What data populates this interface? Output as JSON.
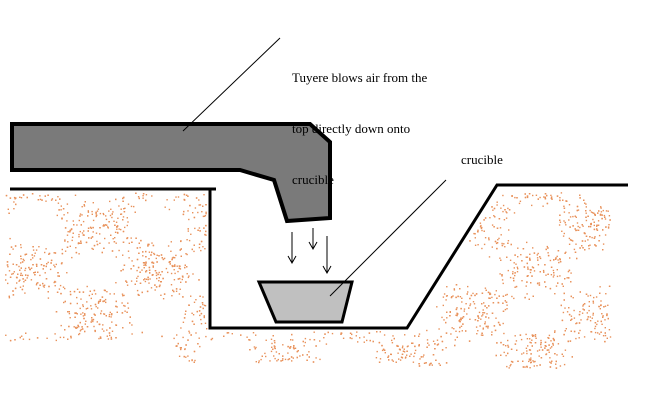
{
  "labels": {
    "tuyere_line_1": "Tuyere blows air from the",
    "tuyere_line_2": "top directly down onto",
    "tuyere_line_3": "crucible",
    "crucible": "crucible"
  },
  "colors": {
    "background": "#ffffff",
    "stroke": "#000000",
    "tuyere_fill": "#7a7a7a",
    "crucible_fill": "#c0c0c0",
    "soil": "#e8915a"
  }
}
